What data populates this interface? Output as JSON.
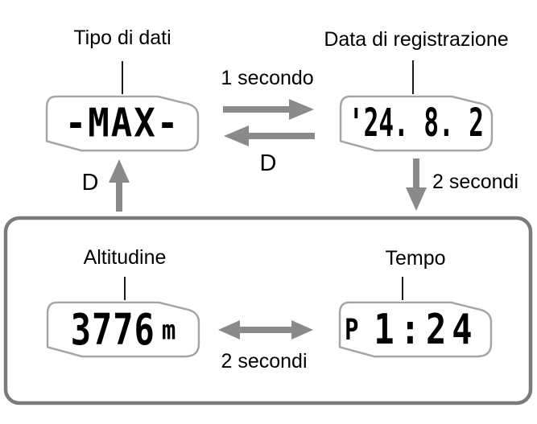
{
  "colors": {
    "arrow": "#8a8a8a",
    "lcd_outline": "#a4a4a4",
    "box_border": "#7b7b7b"
  },
  "screens": {
    "data_type": {
      "label": "Tipo di dati",
      "value": "-MAX-"
    },
    "recording_date": {
      "label": "Data di registrazione",
      "value": "'24. 8. 2"
    },
    "altitude": {
      "label": "Altitudine",
      "value": "3776",
      "unit": "m"
    },
    "time": {
      "label": "Tempo",
      "indicator": "P",
      "value": "1:24"
    }
  },
  "transitions": {
    "top_forward": {
      "duration": "1 secondo"
    },
    "top_back": {
      "button": "D"
    },
    "up": {
      "button": "D"
    },
    "down": {
      "duration": "2 secondi"
    },
    "bottom": {
      "duration": "2 secondi"
    }
  }
}
